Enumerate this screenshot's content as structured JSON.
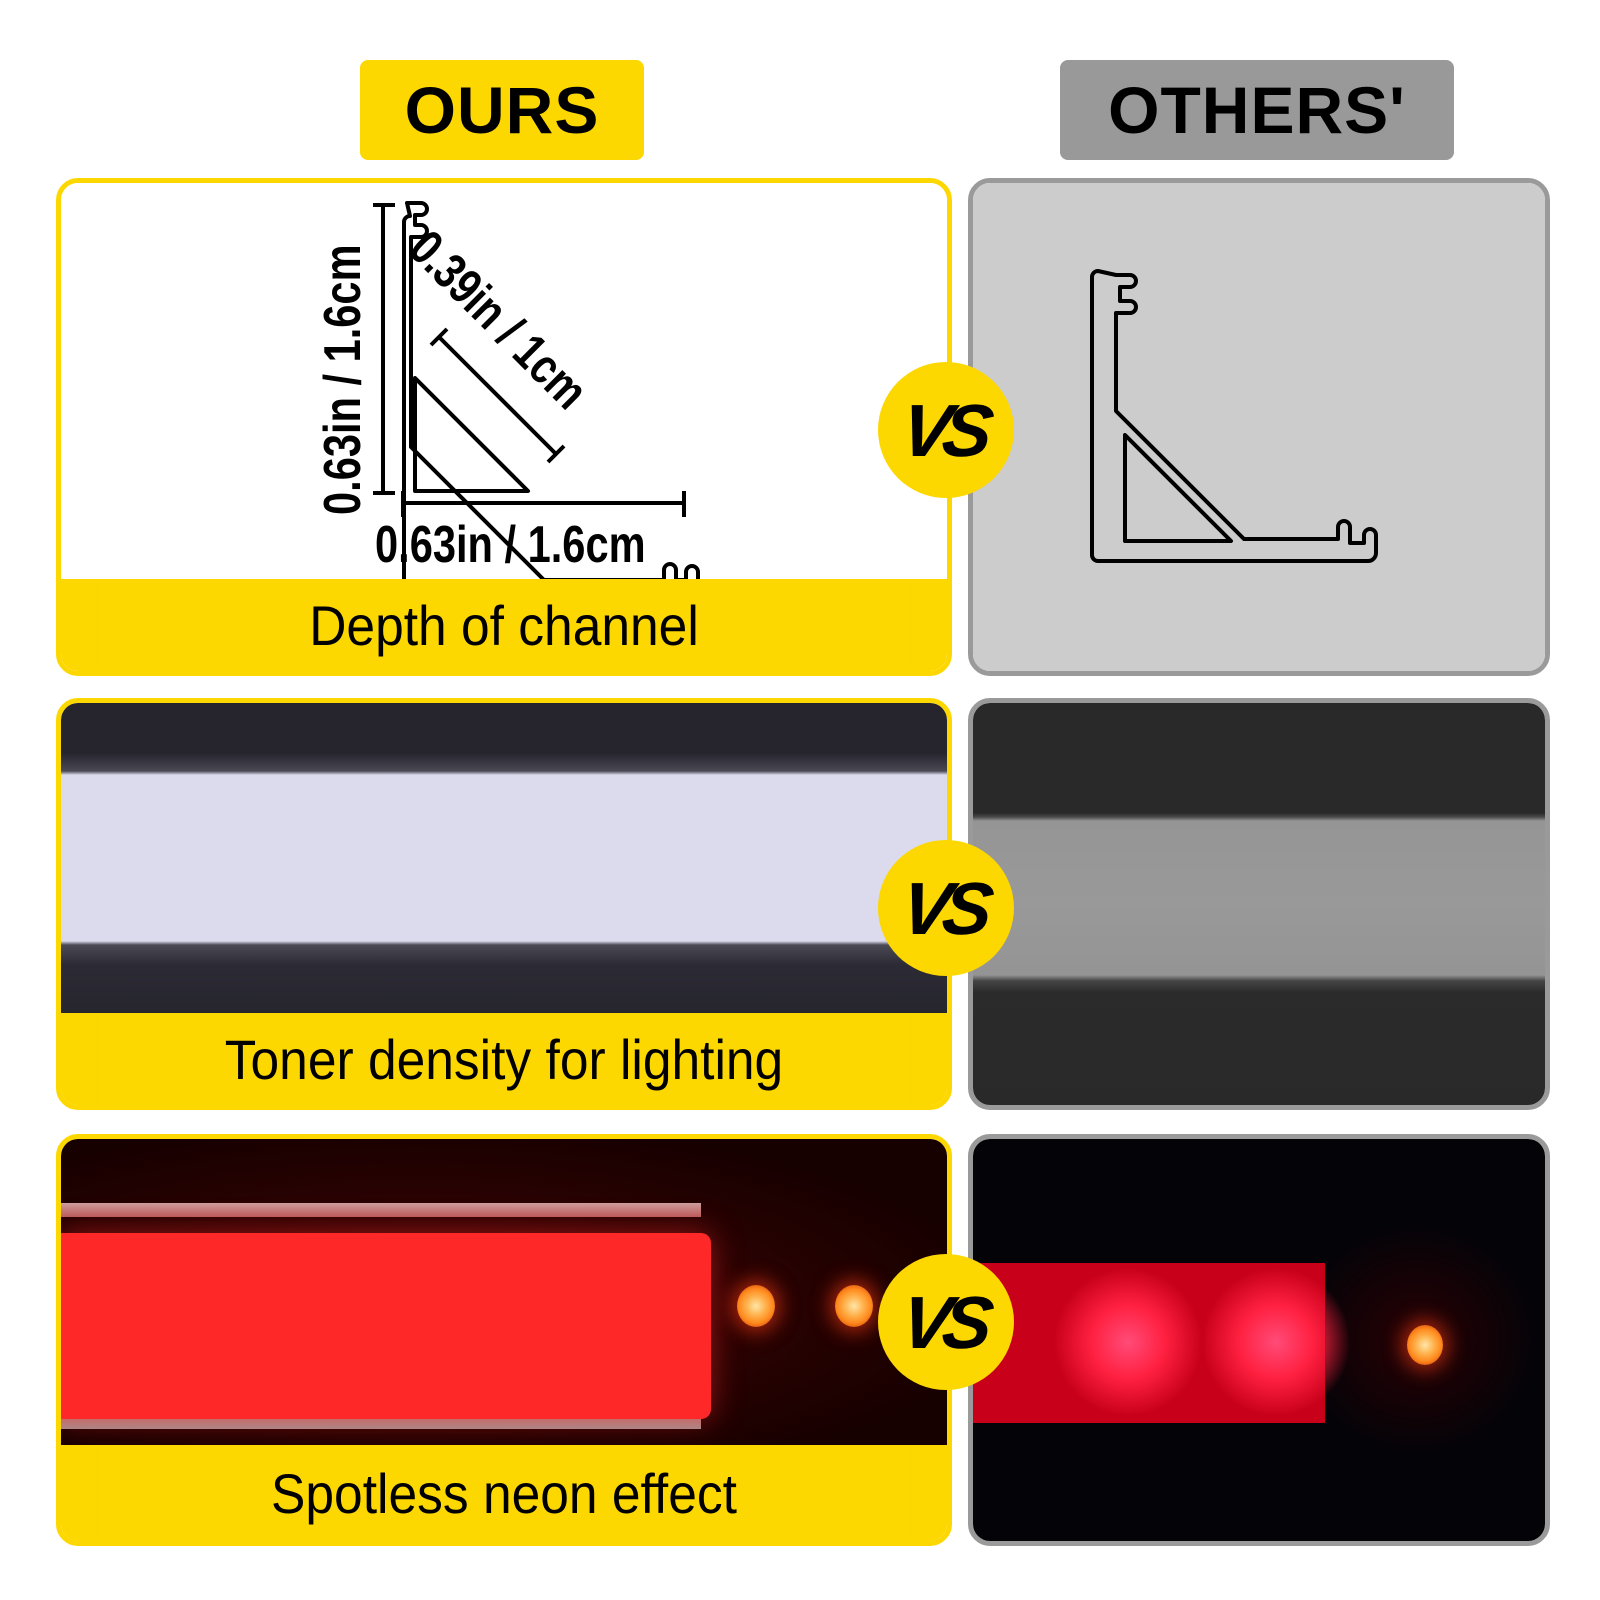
{
  "headers": {
    "ours": "OURS",
    "others": "OTHERS'"
  },
  "vs_label": "VS",
  "rows": [
    {
      "caption": "Depth of channel",
      "ours": {
        "type": "profile-diagram",
        "dimensions": {
          "height": "0.63in / 1.6cm",
          "width": "0.63in / 1.6cm",
          "diagonal": "0.39in / 1cm"
        }
      },
      "others": {
        "type": "profile-diagram"
      }
    },
    {
      "caption": "Toner density for lighting",
      "ours": {
        "type": "diffuser-photo",
        "tone": "bright white"
      },
      "others": {
        "type": "diffuser-photo",
        "tone": "gray"
      }
    },
    {
      "caption": "Spotless neon effect",
      "ours": {
        "type": "neon-photo",
        "led_count_visible": 2
      },
      "others": {
        "type": "neon-photo",
        "hotspots_visible": 2,
        "led_count_visible": 1
      }
    }
  ],
  "colors": {
    "accent_yellow": "#fdd700",
    "others_gray": "#999999",
    "others_panel_bg": "#cccccc",
    "neon_red": "#fe2828"
  }
}
